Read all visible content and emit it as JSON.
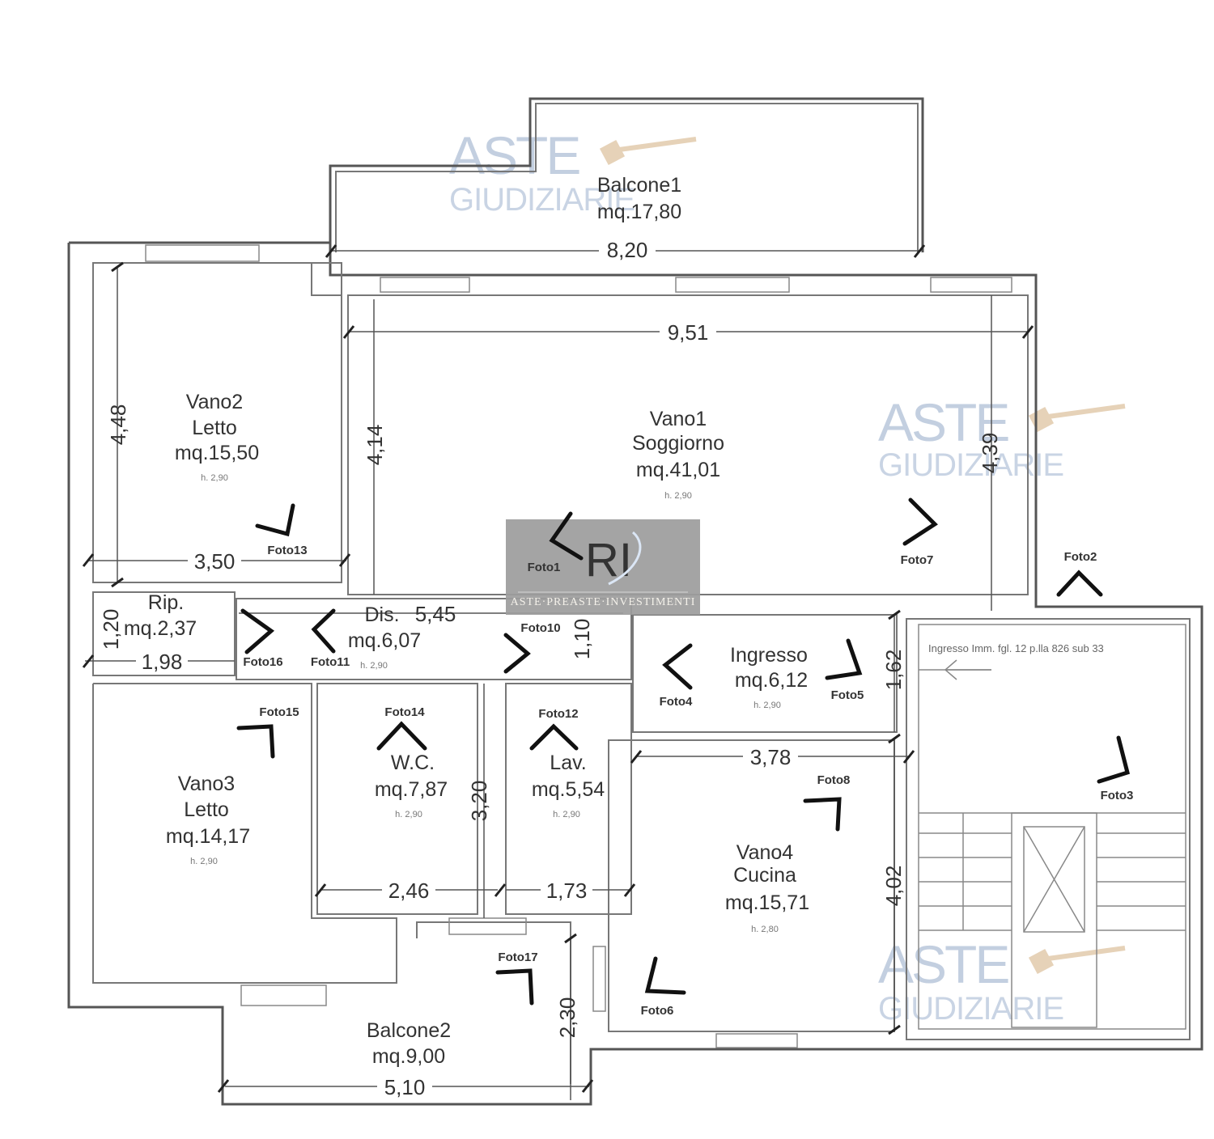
{
  "plan": {
    "rooms": [
      {
        "id": "balcone1",
        "lines": [
          "Balcone1",
          "mq.17,80"
        ]
      },
      {
        "id": "vano2",
        "lines": [
          "Vano2",
          "Letto",
          "mq.15,50"
        ],
        "height": "h. 2,90"
      },
      {
        "id": "vano1",
        "lines": [
          "Vano1",
          "Soggiorno",
          "mq.41,01"
        ],
        "height": "h. 2,90"
      },
      {
        "id": "rip",
        "lines": [
          "Rip.",
          "mq.2,37"
        ]
      },
      {
        "id": "dis",
        "lines": [
          "Dis.",
          "mq.6,07"
        ],
        "height": "h. 2,90"
      },
      {
        "id": "ingresso",
        "lines": [
          "Ingresso",
          "mq.6,12"
        ],
        "height": "h. 2,90"
      },
      {
        "id": "vano3",
        "lines": [
          "Vano3",
          "Letto",
          "mq.14,17"
        ],
        "height": "h. 2,90"
      },
      {
        "id": "wc",
        "lines": [
          "W.C.",
          "mq.7,87"
        ],
        "height": "h. 2,90"
      },
      {
        "id": "lav",
        "lines": [
          "Lav.",
          "mq.5,54"
        ],
        "height": "h. 2,90"
      },
      {
        "id": "vano4",
        "lines": [
          "Vano4",
          "Cucina",
          "mq.15,71"
        ],
        "height": "h. 2,80"
      },
      {
        "id": "balcone2",
        "lines": [
          "Balcone2",
          "mq.9,00"
        ]
      }
    ],
    "dimensions": [
      "8,20",
      "9,51",
      "4,48",
      "4,14",
      "4,39",
      "3,50",
      "1,20",
      "1,98",
      "5,45",
      "1,10",
      "1,62",
      "3,78",
      "3,20",
      "2,46",
      "1,73",
      "4,02",
      "2,30",
      "5,10"
    ],
    "photos": [
      "Foto1",
      "Foto2",
      "Foto3",
      "Foto4",
      "Foto5",
      "Foto6",
      "Foto7",
      "Foto8",
      "Foto10",
      "Foto11",
      "Foto12",
      "Foto13",
      "Foto14",
      "Foto15",
      "Foto16",
      "Foto17"
    ],
    "entrance_note": "Ingresso Imm. fgl. 12 p.lla 826 sub 33"
  },
  "watermark": {
    "line1": "ASTE",
    "line2": "GIUDIZIARIE"
  },
  "logo": {
    "monogram": "RI",
    "tagline": "ASTE·PREASTE·INVESTIMENTI"
  },
  "colors": {
    "wall": "#555555",
    "watermark": "#c3cfe0",
    "logo_bg": "#9d9d9d",
    "logo_gold": "#e9cf8f"
  }
}
